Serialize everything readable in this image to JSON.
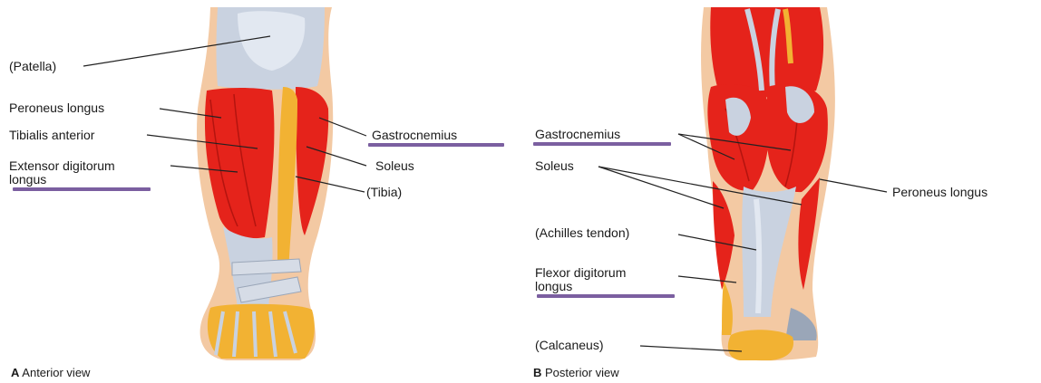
{
  "colors": {
    "muscle": "#e5231b",
    "muscle_dark": "#b4140f",
    "tendon": "#c9d2e0",
    "tendon_light": "#e2e8f1",
    "bone": "#f2b233",
    "skin_edge": "#f3c9a3",
    "leader": "#222222",
    "highlight": "#7b5fa0"
  },
  "anterior": {
    "caption_letter": "A",
    "caption_text": "Anterior view",
    "labels": {
      "patella": "(Patella)",
      "peroneus_longus": "Peroneus longus",
      "tibialis_anterior": "Tibialis anterior",
      "extensor_line1": "Extensor digitorum",
      "extensor_line2": "longus",
      "gastrocnemius": "Gastrocnemius",
      "soleus": "Soleus",
      "tibia": "(Tibia)"
    }
  },
  "posterior": {
    "caption_letter": "B",
    "caption_text": "Posterior view",
    "labels": {
      "gastrocnemius": "Gastrocnemius",
      "soleus": "Soleus",
      "peroneus_longus": "Peroneus longus",
      "achilles": "(Achilles tendon)",
      "flexor_line1": "Flexor digitorum",
      "flexor_line2": "longus",
      "calcaneus": "(Calcaneus)"
    }
  }
}
